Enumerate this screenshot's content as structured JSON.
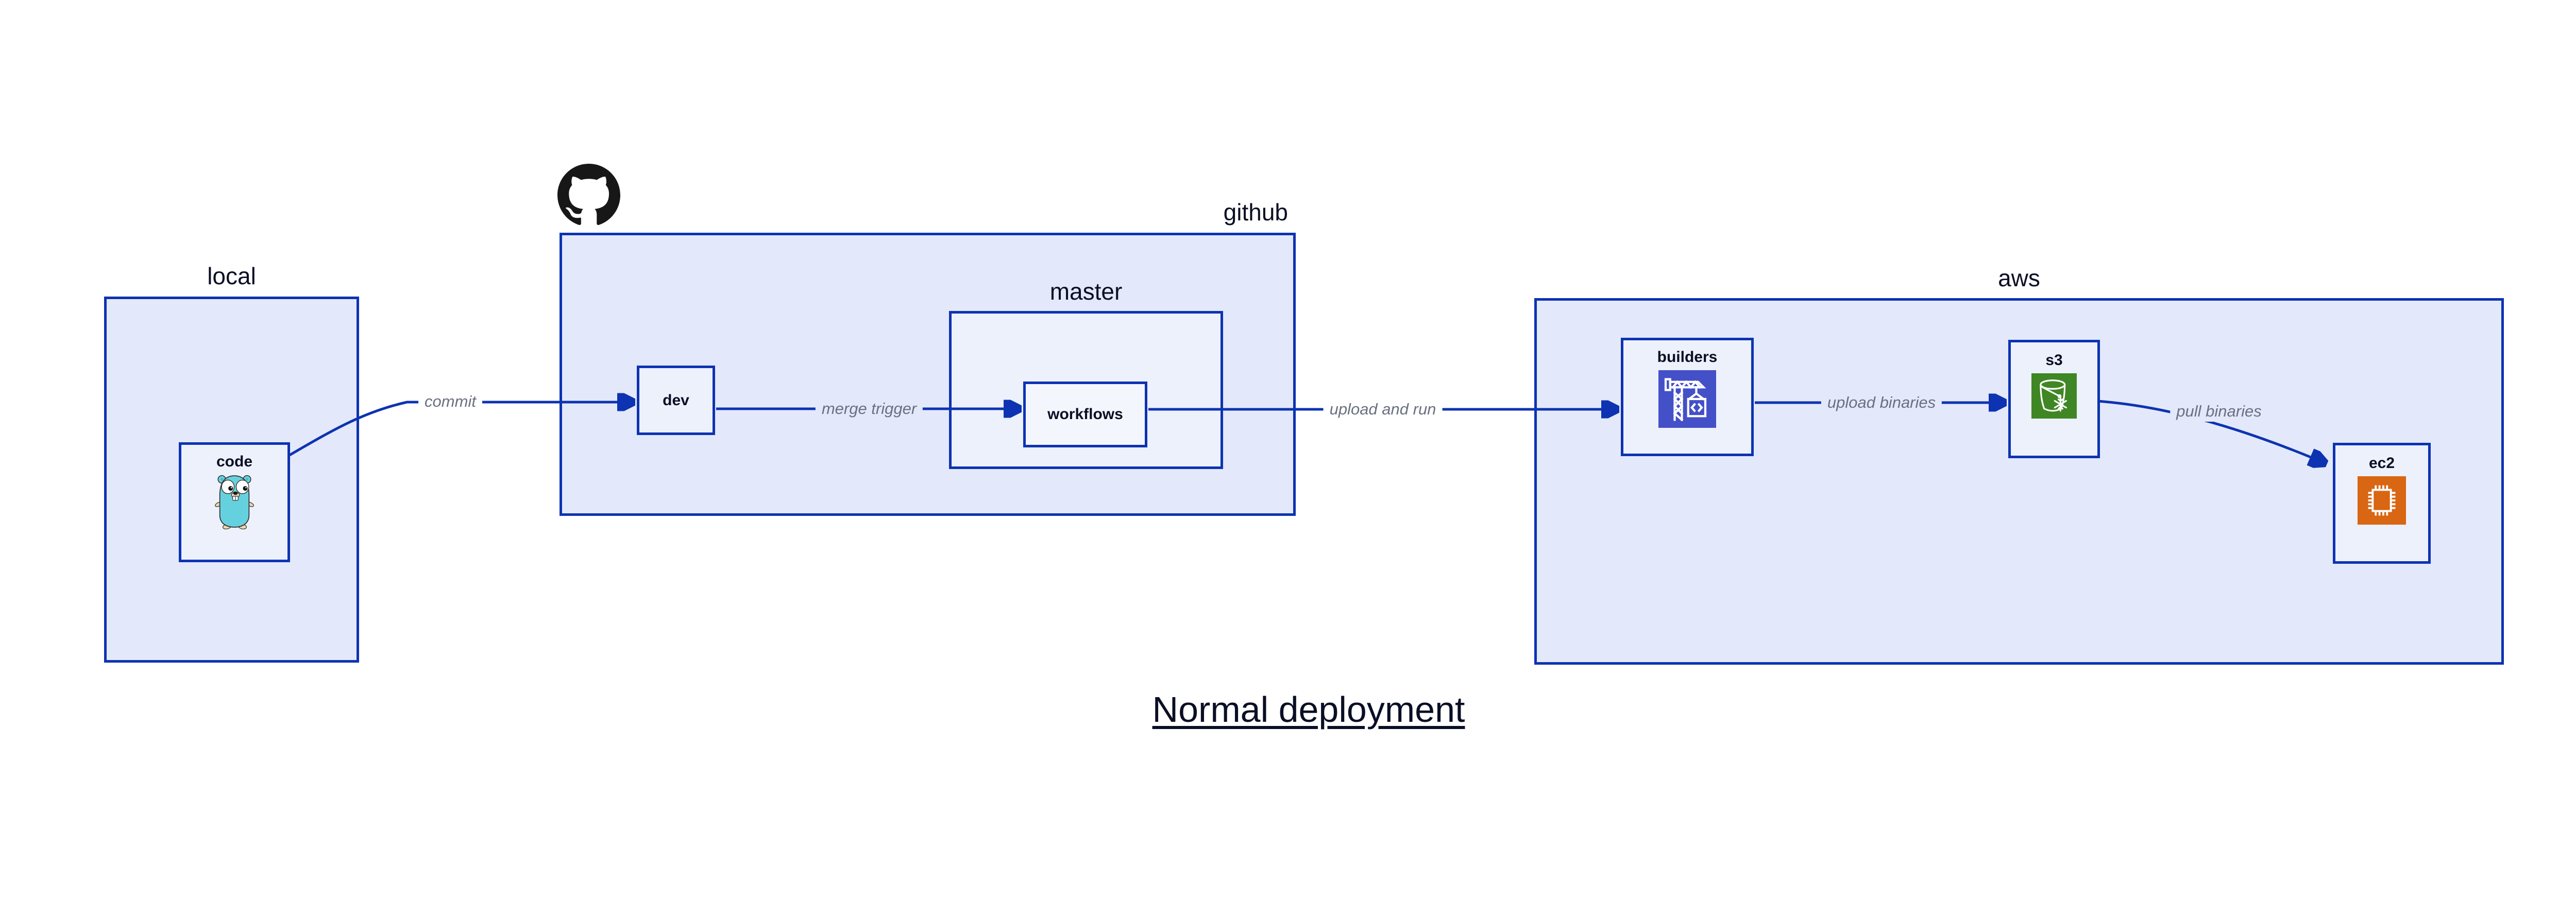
{
  "title": "Normal deployment",
  "containers": {
    "local": {
      "label": "local"
    },
    "github": {
      "label": "github"
    },
    "master": {
      "label": "master"
    },
    "aws": {
      "label": "aws"
    }
  },
  "nodes": {
    "code": {
      "label": "code",
      "icon": "go-gopher"
    },
    "dev": {
      "label": "dev"
    },
    "workflows": {
      "label": "workflows"
    },
    "builders": {
      "label": "builders",
      "icon": "aws-codebuild-crane"
    },
    "s3": {
      "label": "s3",
      "icon": "aws-s3-glacier-bucket"
    },
    "ec2": {
      "label": "ec2",
      "icon": "aws-ec2-chip"
    }
  },
  "edges": {
    "commit": {
      "label": "commit",
      "from": "local.code",
      "to": "github.dev"
    },
    "merge_trigger": {
      "label": "merge trigger",
      "from": "github.dev",
      "to": "github.master.workflows"
    },
    "upload_and_run": {
      "label": "upload and run",
      "from": "github.master.workflows",
      "to": "aws.builders"
    },
    "upload_binaries": {
      "label": "upload binaries",
      "from": "aws.builders",
      "to": "aws.s3"
    },
    "pull_binaries": {
      "label": "pull binaries",
      "from": "aws.s3",
      "to": "aws.ec2"
    }
  },
  "icons": {
    "github_logo": "github-octocat-mark"
  },
  "colors": {
    "border_blue": "#0d33b2",
    "container_fill": "#e3e9fa",
    "node_fill": "#edf1fc",
    "text_dark": "#0a0f25",
    "edge_label_gray": "#6a7080",
    "codebuild_indigo": "#4450c8",
    "s3_green": "#3f8624",
    "ec2_orange": "#d86613",
    "gopher_teal": "#66d1de",
    "github_black": "#181717"
  }
}
